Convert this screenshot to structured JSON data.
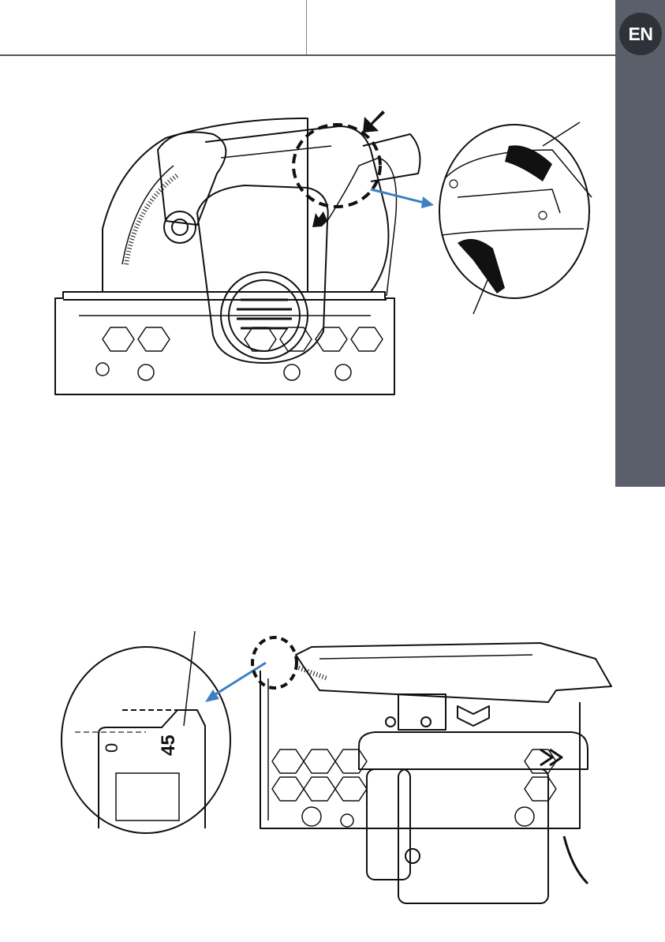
{
  "header": {
    "language_badge": "EN"
  },
  "figure_bottom": {
    "scale_labels": [
      "0",
      "45"
    ]
  },
  "colors": {
    "side_tab": "#5a5f6a",
    "badge": "#2f3238",
    "arrow": "#3f7fc4",
    "ink": "#111111"
  }
}
